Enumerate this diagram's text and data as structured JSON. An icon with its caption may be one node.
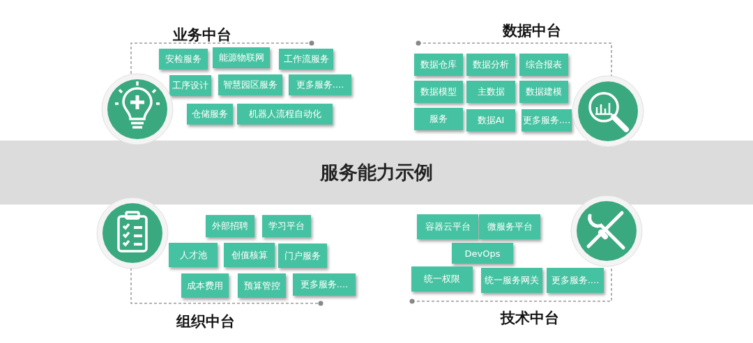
{
  "diagram": {
    "nodes": [
      {
        "text": [
          "安检服务"
        ]
      },
      {
        "text": [
          "能源物联网"
        ]
      },
      {
        "text": [
          "工作流服务"
        ]
      },
      {
        "text": [
          "工序设计"
        ]
      },
      {
        "text": [
          "智慧园区服务"
        ]
      },
      {
        "text": [
          "更多服务...."
        ]
      },
      {
        "text": [
          "仓储服务"
        ]
      },
      {
        "text": [
          "机器人流程自动化"
        ]
      },
      {
        "text": [
          "数据仓库"
        ]
      },
      {
        "text": [
          "数据分析"
        ]
      },
      {
        "text": [
          "综合报表"
        ]
      },
      {
        "text": [
          "数据模型"
        ]
      },
      {
        "text": [
          "主数据"
        ]
      },
      {
        "text": [
          "数据建模"
        ]
      },
      {
        "text": [
          "服务"
        ]
      },
      {
        "text": [
          "数据AI"
        ]
      },
      {
        "text": [
          "更多服务...."
        ]
      },
      {
        "text": [
          "服务能力示例"
        ]
      },
      {
        "text": [
          "外部招聘"
        ]
      },
      {
        "text": [
          "学习平台"
        ]
      },
      {
        "text": [
          "人才池"
        ]
      },
      {
        "text": [
          "创值核算"
        ]
      },
      {
        "text": [
          "门户服务"
        ]
      },
      {
        "text": [
          "成本费用"
        ]
      },
      {
        "text": [
          "预算管控"
        ]
      },
      {
        "text": [
          "更多服务...."
        ]
      },
      {
        "text": [
          "容器云平台"
        ]
      },
      {
        "text": [
          "微服务平台"
        ]
      },
      {
        "text": [
          "DevOps"
        ]
      },
      {
        "text": [
          "统一权限"
        ]
      },
      {
        "text": [
          "统一服务网关"
        ]
      },
      {
        "text": [
          "更多服务...."
        ]
      }
    ],
    "labels": [
      "业务中台",
      "数据中台",
      "组织中台",
      "技术中台"
    ]
  }
}
